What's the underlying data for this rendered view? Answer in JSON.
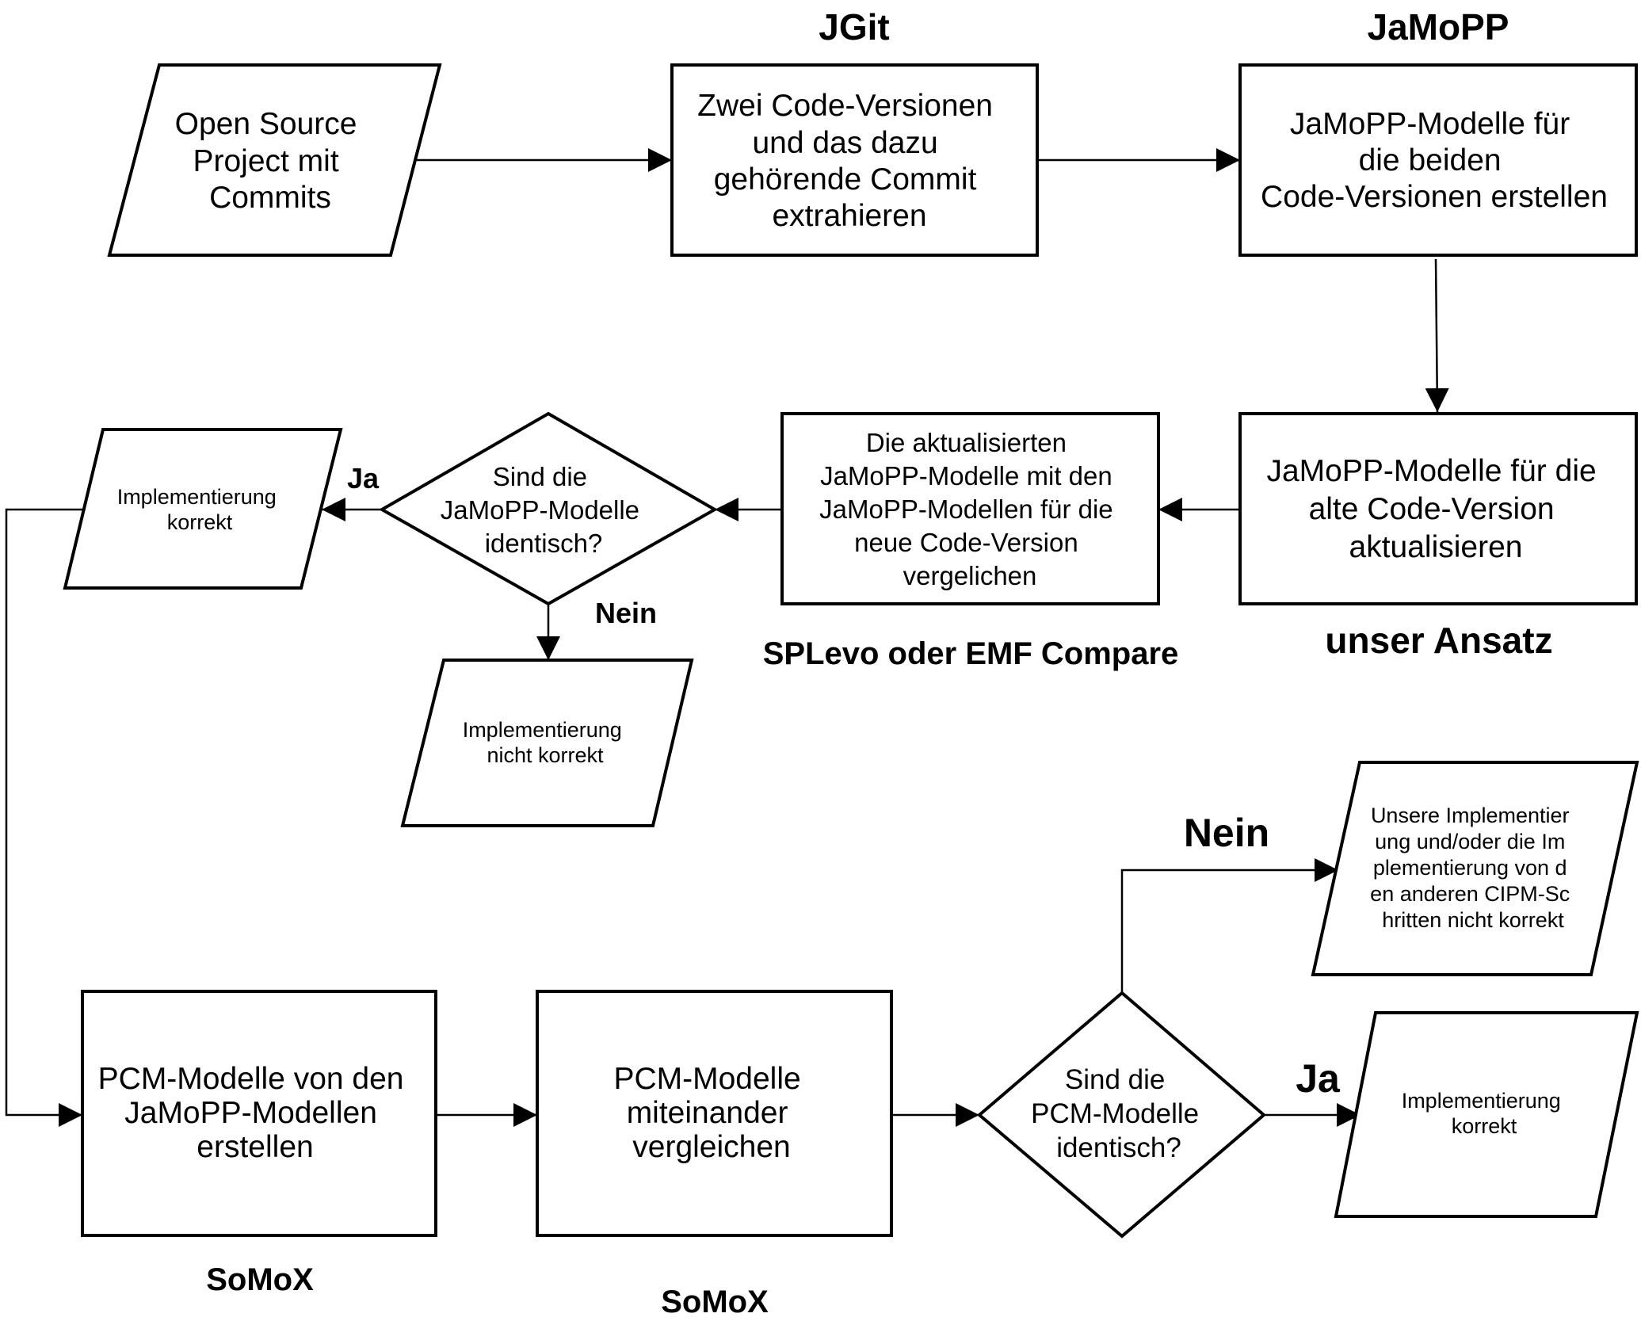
{
  "tools": {
    "jgit": "JGit",
    "jamopp": "JaMoPP",
    "unser_ansatz": "unser Ansatz",
    "compare": "SPLevo oder EMF Compare",
    "somox_1": "SoMoX",
    "somox_2": "SoMoX"
  },
  "nodes": {
    "open_source": [
      "Open Source",
      "Project mit",
      "Commits"
    ],
    "extract": [
      "Zwei Code-Versionen",
      "und das dazu",
      "gehörende Commit",
      "extrahieren"
    ],
    "create_jamopp": [
      "JaMoPP-Modelle für",
      "die beiden",
      "Code-Versionen erstellen"
    ],
    "update_jamopp": [
      "JaMoPP-Modelle für die",
      "alte Code-Version",
      "aktualisieren"
    ],
    "compare_jamopp": [
      "Die aktualisierten",
      "JaMoPP-Modelle mit den",
      "JaMoPP-Modellen für die",
      "neue Code-Version",
      "vergelichen"
    ],
    "decision_jamopp": [
      "Sind die",
      "JaMoPP-Modelle",
      "identisch?"
    ],
    "impl_correct_1": [
      "Implementierung",
      "korrekt"
    ],
    "impl_incorrect_1": [
      "Implementierung",
      "nicht korrekt"
    ],
    "create_pcm": [
      "PCM-Modelle von den",
      "JaMoPP-Modellen",
      "erstellen"
    ],
    "compare_pcm": [
      "PCM-Modelle",
      "miteinander",
      "vergleichen"
    ],
    "decision_pcm": [
      "Sind die",
      "PCM-Modelle",
      "identisch?"
    ],
    "impl_incorrect_2": [
      "Unsere Implementier",
      "ung und/oder die Im",
      "plementierung von d",
      "en anderen CIPM-Sc",
      "hritten nicht korrekt"
    ],
    "impl_correct_2": [
      "Implementierung",
      "korrekt"
    ]
  },
  "edge_labels": {
    "ja_1": "Ja",
    "nein_1": "Nein",
    "nein_2": "Nein",
    "ja_2": "Ja"
  }
}
